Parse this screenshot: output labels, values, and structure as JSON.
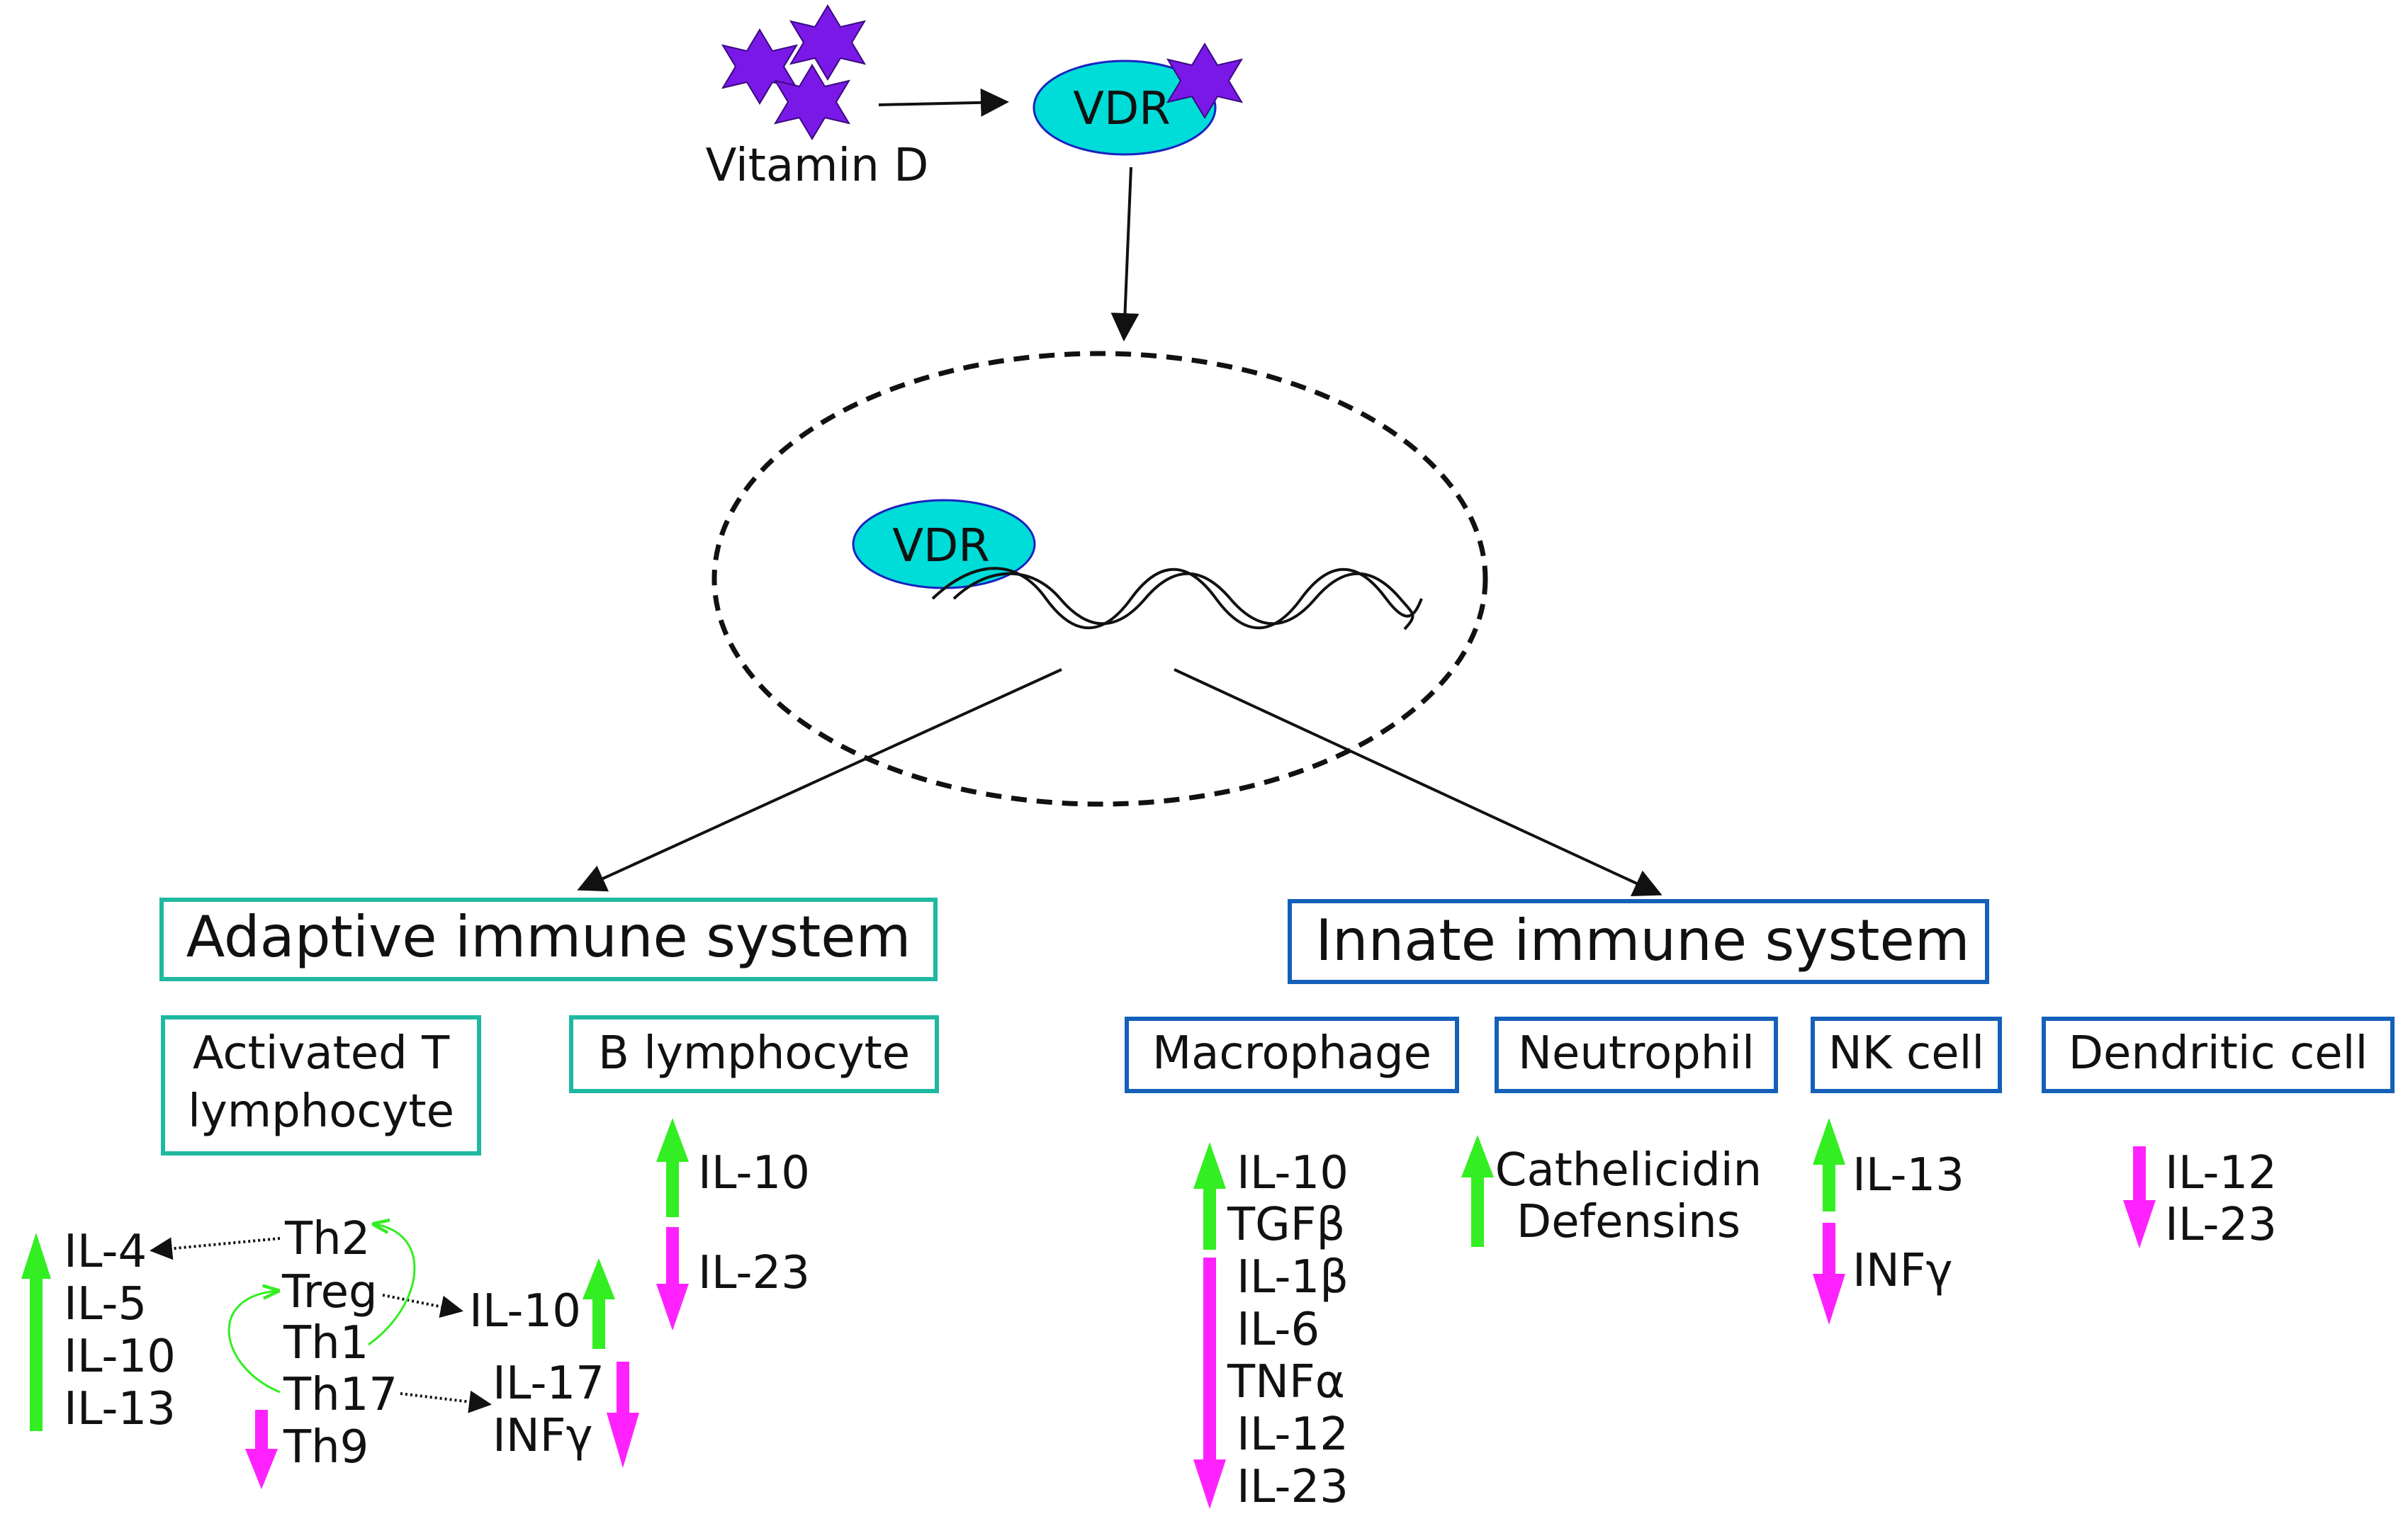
{
  "colors": {
    "up": "#33ee22",
    "down": "#ff22ff",
    "adaptive_border": "#1fb8a0",
    "innate_border": "#1560b8",
    "vdr_fill": "#00dcd8",
    "vdr_stroke": "#1a22c0",
    "vitamin_d": "#7a18e8",
    "feedback_arrow": "#33ee22"
  },
  "icons": {
    "vitamin_molecule": "star-icon",
    "dna": "dna-double-helix-icon"
  },
  "vitamin_d_label": "Vitamin D",
  "vdr_label": "VDR",
  "nucleus_vdr_label": "VDR",
  "adaptive": {
    "title": "Adaptive immune system",
    "t_cell": {
      "line1": "Activated T",
      "line2": "lymphocyte"
    },
    "b_cell": "B lymphocyte",
    "t_up_cytokines": [
      "IL-4",
      "IL-5",
      "IL-10",
      "IL-13"
    ],
    "th_subsets": [
      "Th2",
      "Treg",
      "Th1",
      "Th17",
      "Th9"
    ],
    "treg_output": "IL-10",
    "th17_outputs": [
      "IL-17",
      "INFγ"
    ],
    "b_up": "IL-10",
    "b_down": "IL-23"
  },
  "innate": {
    "title": "Innate immune system",
    "cells": [
      "Macrophage",
      "Neutrophil",
      "NK cell",
      "Dendritic cell"
    ],
    "macrophage_up": [
      "IL-10",
      "TGFβ"
    ],
    "macrophage_down": [
      "IL-1β",
      "IL-6",
      "TNFα",
      "IL-12",
      "IL-23"
    ],
    "neutrophil_up": [
      "Cathelicidin",
      "Defensins"
    ],
    "nk_up": "IL-13",
    "nk_down": "INFγ",
    "dendritic_down": [
      "IL-12",
      "IL-23"
    ]
  }
}
